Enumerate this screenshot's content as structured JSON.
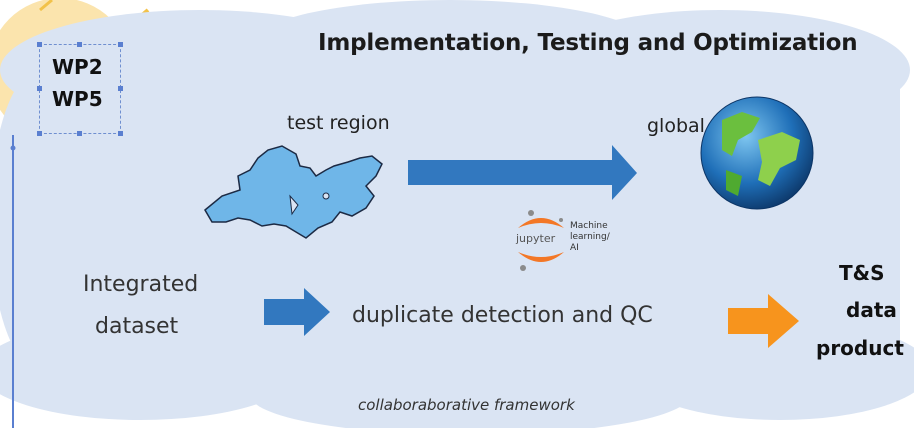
{
  "title": "Implementation, Testing and Optimization",
  "wp_box": {
    "line1": "WP2",
    "line2": "WP5"
  },
  "labels": {
    "test_region": "test region",
    "global": "global",
    "machine_learning": [
      "Machine",
      "learning/",
      "AI"
    ],
    "jupyter": "jupyter",
    "integrated": "Integrated",
    "dataset": "dataset",
    "duplicate": "duplicate detection and QC",
    "product": [
      "T&S",
      "data",
      "product"
    ],
    "framework": "collaboraborative framework"
  },
  "colors": {
    "cloud": "#dae4f3",
    "arrow_blue": "#3278bf",
    "arrow_orange": "#f7941d",
    "map_fill": "#6fb6e8",
    "jupyter_orange": "#f37726",
    "sun": "#f9d98a"
  }
}
